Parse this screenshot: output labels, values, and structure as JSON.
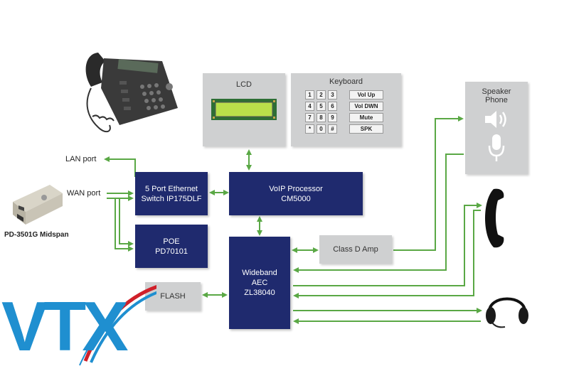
{
  "blocks": {
    "lcd": "LCD",
    "keyboard": "Keyboard",
    "switch_l1": "5 Port Ethernet",
    "switch_l2": "Switch IP175DLF",
    "voip_l1": "VoIP Processor",
    "voip_l2": "CM5000",
    "poe_l1": "POE",
    "poe_l2": "PD70101",
    "aec_l1": "Wideband",
    "aec_l2": "AEC",
    "aec_l3": "ZL38040",
    "flash": "FLASH",
    "amp": "Class D Amp",
    "speaker_l1": "Speaker",
    "speaker_l2": "Phone"
  },
  "labels": {
    "lan": "LAN port",
    "wan": "WAN port",
    "midspan": "PD-3501G Midspan"
  },
  "keypad": {
    "digits": [
      "1",
      "2",
      "3",
      "4",
      "5",
      "6",
      "7",
      "8",
      "9",
      "*",
      "0",
      "#"
    ],
    "functions": [
      "Vol Up",
      "Vol DWN",
      "Mute",
      "SPK"
    ]
  },
  "logo": {
    "text": "VTX"
  },
  "colors": {
    "wire": "#5aa845",
    "navy_block": "#1f2a6e",
    "grey_block": "#cfd0d1",
    "logo_blue": "#1f8fd0",
    "logo_red": "#d0202a"
  },
  "icons": [
    "ip-phone-icon",
    "midspan-injector-icon",
    "lcd-module-icon",
    "speaker-icon",
    "microphone-icon",
    "handset-icon",
    "headset-icon"
  ]
}
